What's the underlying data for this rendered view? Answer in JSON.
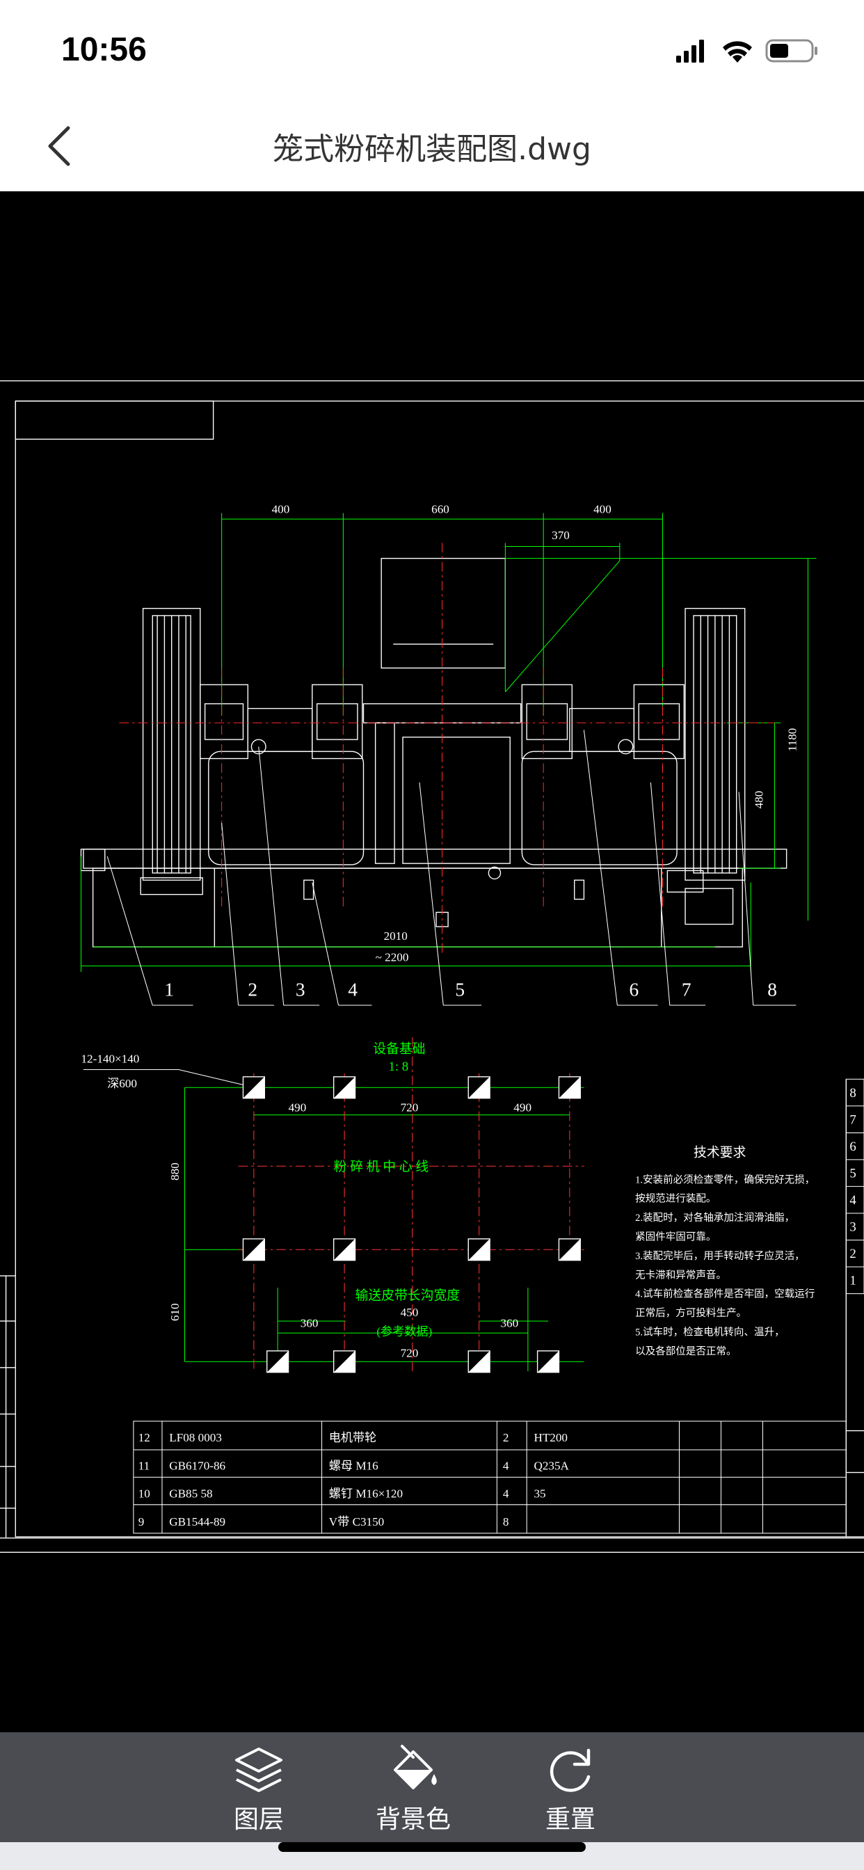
{
  "status": {
    "time": "10:56",
    "icons": [
      "signal-icon",
      "wifi-icon",
      "battery-icon"
    ]
  },
  "nav": {
    "title": "笼式粉碎机装配图.dwg",
    "back_icon": "chevron-left-icon"
  },
  "drawing": {
    "dims_top": [
      "400",
      "660",
      "400",
      "370"
    ],
    "dims_right": [
      "1180",
      "480"
    ],
    "dims_bottom": [
      "2010",
      "~ 2200"
    ],
    "balloons": [
      "1",
      "2",
      "3",
      "4",
      "5",
      "6",
      "7",
      "8"
    ],
    "foundation": {
      "note_size": "12-140×140",
      "note_depth": "深600",
      "title": "设备基础",
      "scale": "1: 8",
      "dims_top": [
        "490",
        "720",
        "490"
      ],
      "dims_left": [
        "880",
        "610"
      ],
      "center_line": "粉 碎 机 中 心 线",
      "conveyor_title": "输送皮带长沟宽度",
      "conveyor_width": "450",
      "conveyor_note": "(参考数据)",
      "dims_bottom": [
        "360",
        "720",
        "360"
      ]
    },
    "tech_req": {
      "title": "技术要求",
      "lines": [
        "1.安装前必须检查零件，确保完好无损，",
        "按规范进行装配。",
        "2.装配时，对各轴承加注润滑油脂，",
        "紧固件牢固可靠。",
        "3.装配完毕后，用手转动转子应灵活，",
        "无卡滞和异常声音。",
        "4.试车前检查各部件是否牢固，空载运行",
        "正常后，方可投料生产。",
        "5.试车时，检查电机转向、温升，",
        "以及各部位是否正常。"
      ]
    },
    "parts_table": [
      [
        "12",
        "LF08 0003",
        "电机带轮",
        "2",
        "HT200"
      ],
      [
        "11",
        "GB6170-86",
        "螺母 M16",
        "4",
        "Q235A"
      ],
      [
        "10",
        "GB85 58",
        "螺钉 M16×120",
        "4",
        "35"
      ],
      [
        "9",
        "GB1544-89",
        "V带 C3150",
        "8",
        ""
      ]
    ],
    "side_numbers": [
      "8",
      "7",
      "6",
      "5",
      "4",
      "3",
      "2",
      "1"
    ],
    "colors": {
      "line": "#ffffff",
      "dim": "#00ff00",
      "center": "#ff2a2a",
      "axis": "#ff3333"
    }
  },
  "toolbar": [
    {
      "label": "图层",
      "icon": "layers-icon"
    },
    {
      "label": "背景色",
      "icon": "paint-bucket-icon"
    },
    {
      "label": "重置",
      "icon": "reset-icon"
    }
  ]
}
